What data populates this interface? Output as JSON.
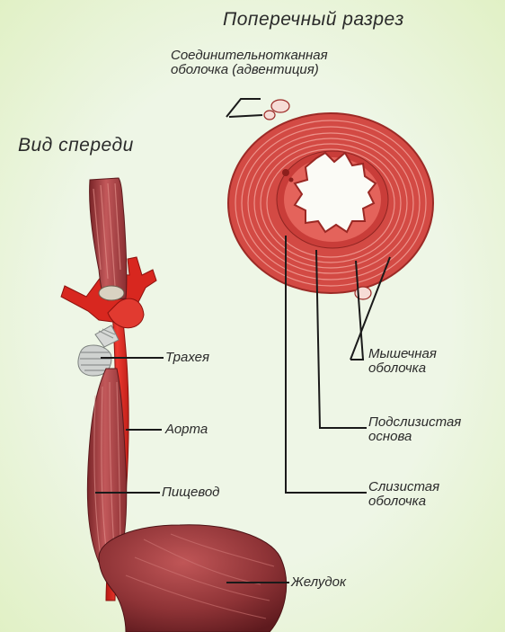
{
  "cross_section_title": "Поперечный разрез",
  "front_view_title": "Вид спереди",
  "labels": {
    "adventitia_line1": "Соединительнотканная",
    "adventitia_line2": "оболочка (адвентиция)",
    "trachea": "Трахея",
    "aorta": "Аорта",
    "esophagus": "Пищевод",
    "stomach": "Желудок",
    "muscular_line1": "Мышечная",
    "muscular_line2": "оболочка",
    "submucosa_line1": "Подслизистая",
    "submucosa_line2": "основа",
    "mucosa_line1": "Слизистая",
    "mucosa_line2": "оболочка"
  },
  "colors": {
    "muscle": "#b3484a",
    "muscle_dark": "#7a2528",
    "aorta": "#dd2a22",
    "tissue": "#d9514c",
    "tissue_light": "#ee8b83",
    "trachea": "#c9ccca",
    "background": "#eef6e6"
  }
}
